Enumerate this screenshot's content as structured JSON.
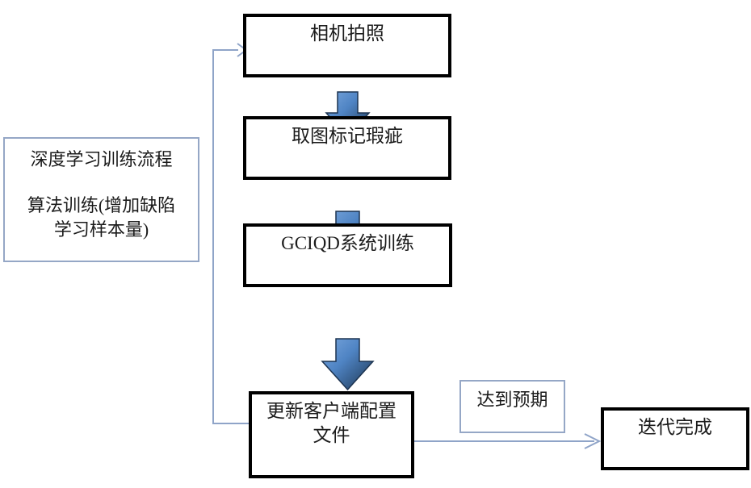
{
  "diagram": {
    "title": "深度学习训练流程",
    "description_box": {
      "heading": "深度学习训练流程",
      "body": "算法训练(增加缺陷\n学习样本量)"
    },
    "nodes": [
      {
        "id": "camera",
        "label": "相机拍照"
      },
      {
        "id": "label",
        "label": "取图标记瑕疵"
      },
      {
        "id": "train",
        "label": "GCIQD系统训练"
      },
      {
        "id": "update",
        "label": "更新客户端配置\n文件"
      },
      {
        "id": "done",
        "label": "迭代完成"
      }
    ],
    "edge_labels": [
      {
        "id": "expected",
        "label": "达到预期"
      }
    ],
    "connectors": [
      {
        "id": "arrow-camera-to-label",
        "kind": "block-arrow-down"
      },
      {
        "id": "arrow-label-to-train",
        "kind": "block-arrow-down"
      },
      {
        "id": "arrow-train-to-update",
        "kind": "block-arrow-down"
      },
      {
        "id": "arrow-update-to-done",
        "kind": "line-arrow-right"
      },
      {
        "id": "arrow-feedback-loop",
        "kind": "line-arrow-loop-up"
      }
    ],
    "colors": {
      "box_border": "#000000",
      "note_border": "#95a7c6",
      "arrow_fill_light": "#5b8fd0",
      "arrow_fill_dark": "#1f3a57",
      "connector_line": "#8fa4c8",
      "text": "#1b1b1b",
      "background": "#ffffff"
    }
  }
}
